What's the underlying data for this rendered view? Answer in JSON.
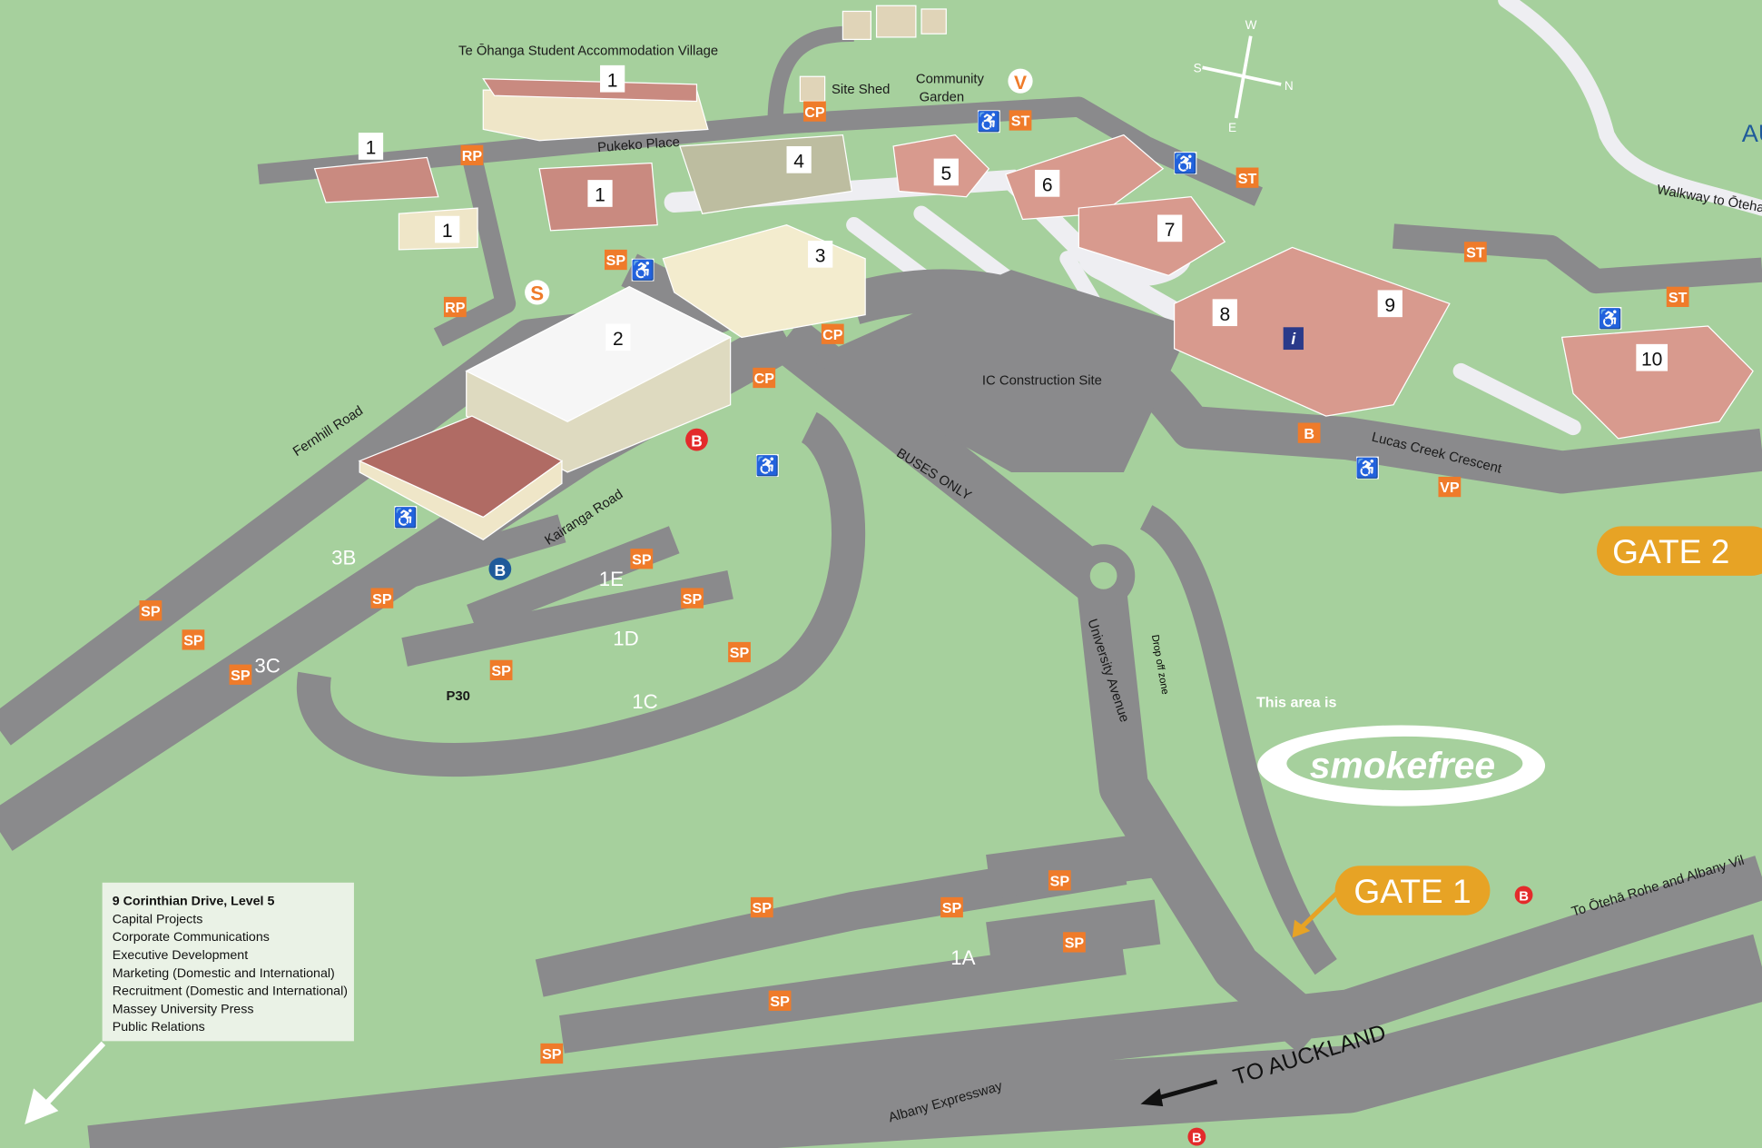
{
  "map": {
    "accommodation_label": "Te Ōhanga Student Accommodation Village",
    "site_shed_label": "Site Shed",
    "community_garden_label": [
      "Community",
      "Garden"
    ],
    "construction_label": "IC Construction Site",
    "buses_only_label": "BUSES ONLY",
    "drop_off_label": "Drop off zone",
    "p30_label": "P30",
    "partial_label": "AU",
    "roads": {
      "pukeko": "Pukeko Place",
      "fernhill": "Fernhill Road",
      "kairanga": "Kairanga Road",
      "university": "University Avenue",
      "lucas": "Lucas Creek Crescent",
      "expressway": "Albany Expressway",
      "walkway": "Walkway to Ōteha",
      "oteha": "To Ōtehā Rohe and Albany Vil",
      "auckland": "TO AUCKLAND"
    },
    "compass": {
      "n": "N",
      "s": "S",
      "e": "E",
      "w": "W"
    },
    "buildings": [
      "1",
      "1",
      "1",
      "1",
      "2",
      "3",
      "4",
      "5",
      "6",
      "7",
      "8",
      "9",
      "10"
    ],
    "car_parks": [
      "3B",
      "3C",
      "1E",
      "1D",
      "1C",
      "1A"
    ],
    "gates": {
      "gate1": "GATE 1",
      "gate2": "GATE 2"
    },
    "smokefree": {
      "intro": "This area is",
      "word": "smokefree"
    },
    "markers": {
      "sp": "SP",
      "rp": "RP",
      "cp": "CP",
      "st": "ST",
      "vp": "VP",
      "b": "B",
      "s": "S",
      "v": "V",
      "info": "i"
    }
  },
  "legend": {
    "title": "9 Corinthian Drive, Level 5",
    "items": [
      "Capital Projects",
      "Corporate Communications",
      "Executive Development",
      "Marketing (Domestic and International)",
      "Recruitment (Domestic and International)",
      "Massey University Press",
      "Public Relations"
    ]
  },
  "colors": {
    "grass": "#a6d09d",
    "road": "#8a8a8c",
    "badge": "#ef7b2a",
    "gate": "#e7a325",
    "bus_red": "#e32b2b",
    "bus_blue": "#1f5a9a"
  }
}
